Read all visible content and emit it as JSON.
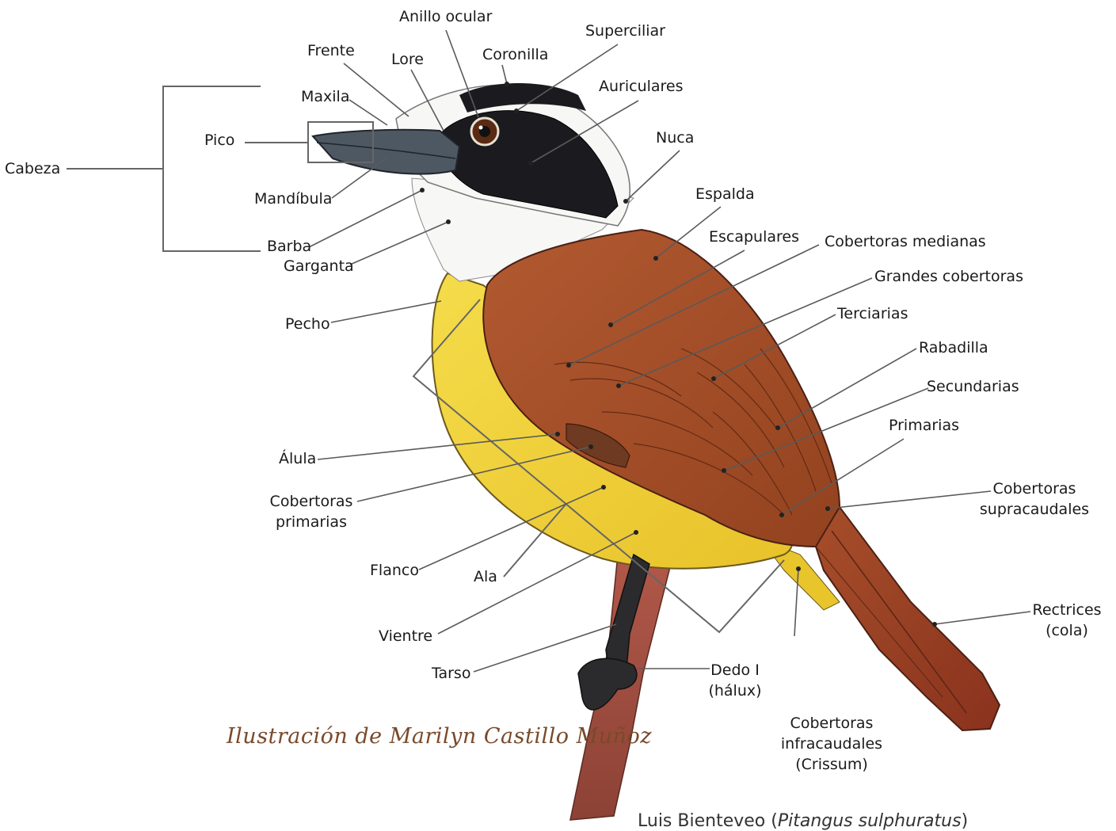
{
  "labels": {
    "anillo_ocular": "Anillo ocular",
    "superciliar": "Superciliar",
    "frente": "Frente",
    "lore": "Lore",
    "coronilla": "Coronilla",
    "maxila": "Maxila",
    "auriculares": "Auriculares",
    "pico": "Pico",
    "nuca": "Nuca",
    "cabeza": "Cabeza",
    "mandibula": "Mandíbula",
    "espalda": "Espalda",
    "barba": "Barba",
    "escapulares": "Escapulares",
    "cobertoras_medianas": "Cobertoras medianas",
    "garganta": "Garganta",
    "grandes_cobertoras": "Grandes cobertoras",
    "terciarias": "Terciarias",
    "pecho": "Pecho",
    "rabadilla": "Rabadilla",
    "secundarias": "Secundarias",
    "primarias": "Primarias",
    "alula": "Álula",
    "cobertoras_primarias_1": "Cobertoras",
    "cobertoras_primarias_2": "primarias",
    "cobertoras_supracaudales_1": "Cobertoras",
    "cobertoras_supracaudales_2": "supracaudales",
    "flanco": "Flanco",
    "ala": "Ala",
    "rectrices_1": "Rectrices",
    "rectrices_2": "(cola)",
    "vientre": "Vientre",
    "tarso": "Tarso",
    "dedo_1": "Dedo I",
    "dedo_2": "(hálux)",
    "cobertoras_infracaudales_1": "Cobertoras",
    "cobertoras_infracaudales_2": "infracaudales",
    "cobertoras_infracaudales_3": "(Crissum)"
  },
  "credit": "Ilustración de Marilyn Castillo Muñoz",
  "species": {
    "common": "Luis Bienteveo (",
    "scientific": "Pitangus sulphuratus",
    "close": ")"
  },
  "colors": {
    "leader": "#5a5a5a",
    "bracket": "#666666",
    "yellow_body": "#f2d33a",
    "rufous_wing": "#a8522c",
    "mask": "#1b1b1f",
    "white_head": "#f7f7f5",
    "beak": "#4a5560",
    "branch": "#9b4a3c"
  }
}
